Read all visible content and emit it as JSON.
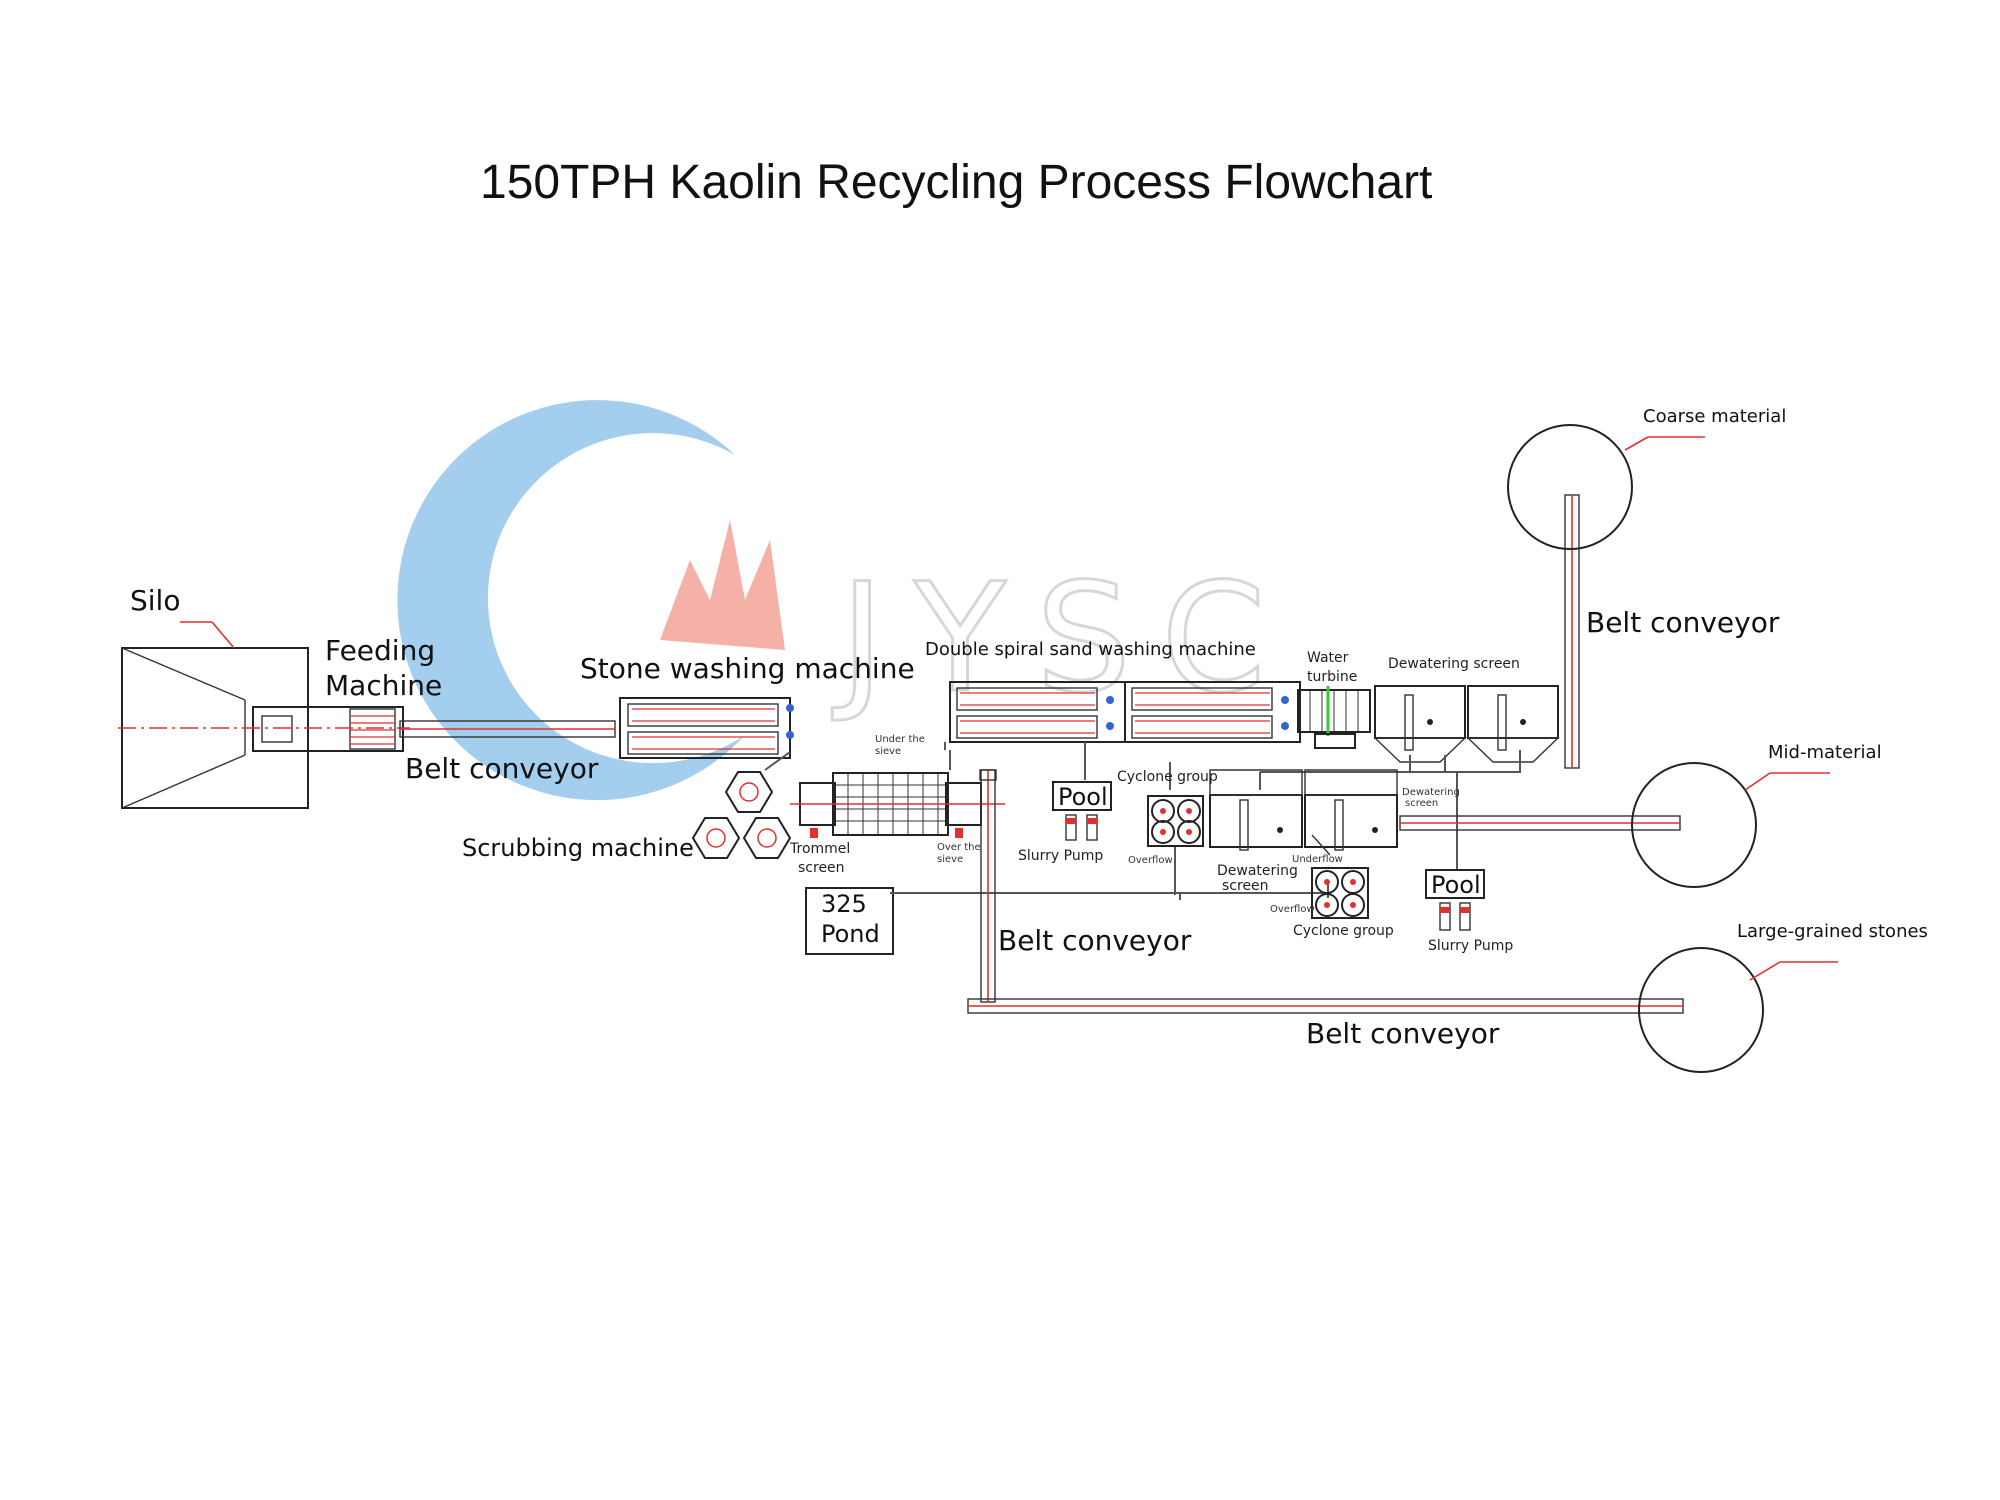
{
  "title": "150TPH Kaolin Recycling Process Flowchart",
  "watermark": {
    "text": "JYSC",
    "colors": {
      "ring": "#5aa6e0",
      "flame": "#ee7060"
    }
  },
  "colors": {
    "line": "#222222",
    "accent": "#e03030",
    "indicator": "#34c934",
    "pump_blue": "#3366cc"
  },
  "labels": {
    "silo": "Silo",
    "feeding_machine_1": "Feeding",
    "feeding_machine_2": "Machine",
    "belt_conveyor_1": "Belt conveyor",
    "stone_washing": "Stone washing machine",
    "scrubbing": "Scrubbing machine",
    "trommel_1": "Trommel",
    "trommel_2": "screen",
    "under_sieve_1": "Under the",
    "under_sieve_2": "sieve",
    "over_sieve_1": "Over the",
    "over_sieve_2": "sieve",
    "pond_1": "325",
    "pond_2": "Pond",
    "double_spiral": "Double spiral sand washing machine",
    "water_turbine_1": "Water",
    "water_turbine_2": "turbine",
    "dewatering_screen_top": "Dewatering screen",
    "pool_1": "Pool",
    "slurry_pump_1": "Slurry Pump",
    "cyclone_group_1": "Cyclone group",
    "overflow_1": "Overflow",
    "dewatering_screen_mid_1": "Dewatering",
    "dewatering_screen_mid_2": "screen",
    "dewatering_screen_small_1": "Dewatering",
    "dewatering_screen_small_2": "screen",
    "underflow": "Underflow",
    "overflow_2": "Overflow",
    "cyclone_group_2": "Cyclone group",
    "pool_2": "Pool",
    "slurry_pump_2": "Slurry Pump",
    "belt_conveyor_vertical_right": "Belt conveyor",
    "belt_conveyor_vertical_mid": "Belt conveyor",
    "belt_conveyor_bottom": "Belt conveyor",
    "coarse_material": "Coarse material",
    "mid_material": "Mid-material",
    "large_stones": "Large-grained stones"
  }
}
